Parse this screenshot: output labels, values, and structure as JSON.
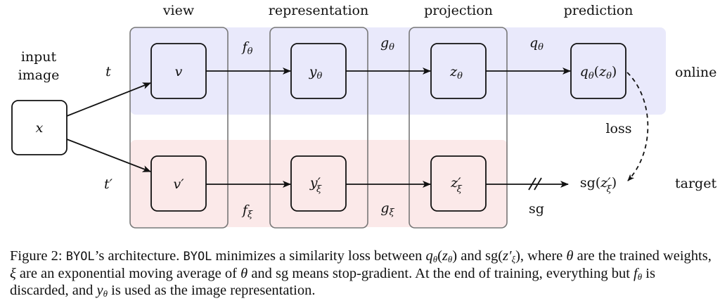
{
  "figure": {
    "column_headers": {
      "view": "view",
      "representation": "representation",
      "projection": "projection",
      "prediction": "prediction"
    },
    "input_label": [
      "input",
      "image"
    ],
    "branch_labels": {
      "online": "online",
      "target": "target"
    },
    "transform_labels": {
      "online": "t",
      "target": "t′"
    },
    "nodes": {
      "input": "x",
      "online": {
        "view": "v",
        "representation": {
          "base": "y",
          "sub": "θ"
        },
        "projection": {
          "base": "z",
          "sub": "θ"
        },
        "prediction": "q(z)"
      },
      "target": {
        "view": "v′",
        "representation": {
          "base": "y′",
          "sub": "ξ"
        },
        "projection": {
          "base": "z′",
          "sub": "ξ"
        },
        "output": "sg(z′)"
      }
    },
    "edge_labels": {
      "f_online": {
        "base": "f",
        "sub": "θ"
      },
      "g_online": {
        "base": "g",
        "sub": "θ"
      },
      "q_online": {
        "base": "q",
        "sub": "θ"
      },
      "f_target": {
        "base": "f",
        "sub": "ξ"
      },
      "g_target": {
        "base": "g",
        "sub": "ξ"
      },
      "stop_gradient": "sg",
      "loss": "loss"
    },
    "colors": {
      "online_band": "#e9e9fb",
      "target_band": "#fbe9e9",
      "column_border": "#777777",
      "node_border": "#111111"
    }
  },
  "caption": {
    "label": "Figure 2:",
    "method": "BYOL",
    "s1": "’s architecture.",
    "s2": "minimizes a similarity loss between",
    "s3": "and",
    "s4": ", where",
    "s5": "are the trained weights,",
    "s6": "are an exponential moving average of",
    "s7": "and",
    "s8": "means stop-gradient. At the end of training, everything but",
    "s9": "is discarded, and",
    "s10": "is used as the image representation.",
    "sym_theta": "θ",
    "sym_xi": "ξ",
    "sym_sg": "sg",
    "sym_q": "q",
    "sym_z": "z",
    "sym_zprime": "z′",
    "sym_f": "f",
    "sym_y": "y",
    "paren_open": "(",
    "paren_close": ")"
  }
}
